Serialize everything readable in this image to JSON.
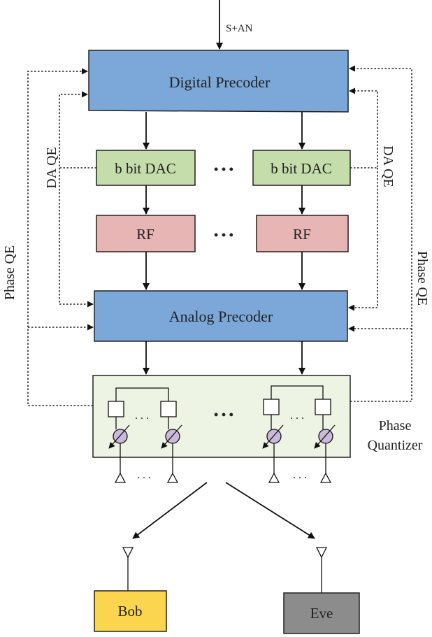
{
  "input_label": "S+AN",
  "blocks": {
    "digital_precoder": "Digital Precoder",
    "dac_left": "b bit DAC",
    "dac_right": "b bit DAC",
    "rf_left": "RF",
    "rf_right": "RF",
    "analog_precoder": "Analog Precoder",
    "bob": "Bob",
    "eve": "Eve"
  },
  "side_labels": {
    "da_qe_left": "DA QE",
    "da_qe_right": "DA QE",
    "phase_qe_left": "Phase QE",
    "phase_qe_right": "Phase QE"
  },
  "phase_quantizer_label": [
    "Phase",
    "Quantizer"
  ],
  "ellipsis": {
    "dots3": "• • •",
    "small": ". . ."
  },
  "colors": {
    "digital_precoder": "#7BA8D9",
    "analog_precoder": "#7BA8D9",
    "dac": "#C5DDAA",
    "rf": "#E8B5B5",
    "phase_quantizer_bg": "#EEF4E3",
    "phase_shifter": "#C9B9DA",
    "bob": "#FCD54F",
    "eve": "#8C8C8C"
  }
}
